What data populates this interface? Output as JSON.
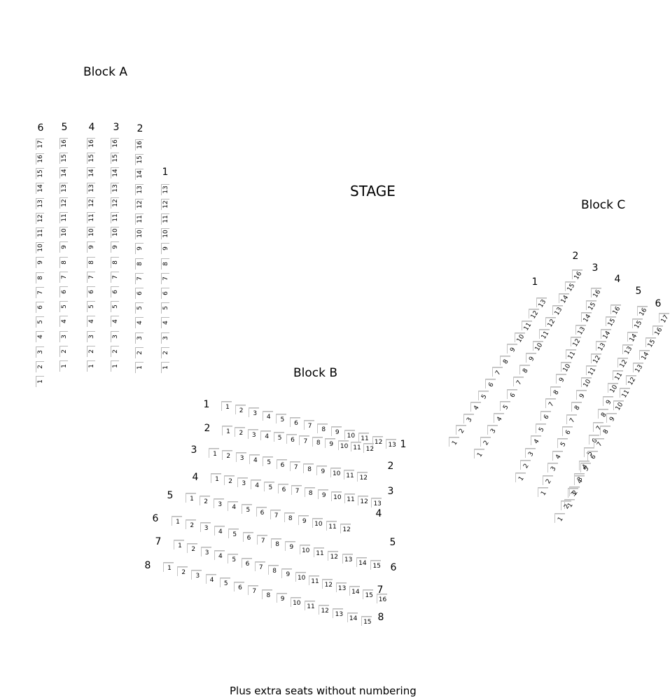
{
  "stage_label": "STAGE",
  "footer_note": "Plus extra seats without numbering",
  "block_a": {
    "title": "Block A",
    "rows": [
      {
        "label": "6",
        "seats": [
          "1",
          "2",
          "3",
          "4",
          "5",
          "6",
          "7",
          "8",
          "9",
          "10",
          "11",
          "12",
          "13",
          "14",
          "15",
          "16",
          "17"
        ]
      },
      {
        "label": "5",
        "seats": [
          "1",
          "2",
          "3",
          "4",
          "5",
          "6",
          "7",
          "8",
          "9",
          "10",
          "11",
          "12",
          "13",
          "14",
          "15",
          "16"
        ]
      },
      {
        "label": "4",
        "seats": [
          "1",
          "2",
          "3",
          "4",
          "5",
          "6",
          "7",
          "8",
          "9",
          "10",
          "11",
          "12",
          "13",
          "14",
          "15",
          "16"
        ]
      },
      {
        "label": "3",
        "seats": [
          "1",
          "2",
          "3",
          "4",
          "5",
          "6",
          "7",
          "8",
          "9",
          "10",
          "11",
          "12",
          "13",
          "14",
          "15",
          "16"
        ]
      },
      {
        "label": "2",
        "seats": [
          "1",
          "2",
          "3",
          "4",
          "5",
          "6",
          "7",
          "8",
          "9",
          "10",
          "11",
          "12",
          "13",
          "14",
          "15",
          "16"
        ]
      },
      {
        "label": "1",
        "seats": [
          "1",
          "2",
          "3",
          "4",
          "5",
          "6",
          "7",
          "8",
          "9",
          "10",
          "11",
          "12",
          "13"
        ]
      }
    ]
  },
  "block_b": {
    "title": "Block B",
    "rows": [
      {
        "left_label": "1",
        "right_label": "1",
        "seats": [
          "1",
          "2",
          "3",
          "4",
          "5",
          "6",
          "7",
          "8",
          "9",
          "10",
          "11",
          "12",
          "13"
        ]
      },
      {
        "left_label": "2",
        "right_label": "2",
        "seats": [
          "1",
          "2",
          "3",
          "4",
          "5",
          "6",
          "7",
          "8",
          "9",
          "10",
          "11",
          "12"
        ]
      },
      {
        "left_label": "3",
        "right_label": "3",
        "seats": [
          "1",
          "2",
          "3",
          "4",
          "5",
          "6",
          "7",
          "8",
          "9",
          "10",
          "11",
          "12"
        ]
      },
      {
        "left_label": "4",
        "right_label": "4",
        "seats": [
          "1",
          "2",
          "3",
          "4",
          "5",
          "6",
          "7",
          "8",
          "9",
          "10",
          "11",
          "12",
          "13"
        ]
      },
      {
        "left_label": "5",
        "right_label": "5",
        "seats": [
          "1",
          "2",
          "3",
          "4",
          "5",
          "6",
          "7",
          "8",
          "9",
          "10",
          "11",
          "12"
        ]
      },
      {
        "left_label": "6",
        "right_label": "6",
        "seats": [
          "1",
          "2",
          "3",
          "4",
          "5",
          "6",
          "7",
          "8",
          "9",
          "10",
          "11",
          "12",
          "13",
          "14",
          "15"
        ]
      },
      {
        "left_label": "7",
        "right_label": "7",
        "seats": [
          "1",
          "2",
          "3",
          "4",
          "5",
          "6",
          "7",
          "8",
          "9",
          "10",
          "11",
          "12",
          "13",
          "14",
          "15",
          "16"
        ]
      },
      {
        "left_label": "8",
        "right_label": "8",
        "seats": [
          "1",
          "2",
          "3",
          "4",
          "5",
          "6",
          "7",
          "8",
          "9",
          "10",
          "11",
          "12",
          "13",
          "14",
          "15"
        ]
      }
    ]
  },
  "block_c": {
    "title": "Block C",
    "rows": [
      {
        "label": "1",
        "seats": [
          "1",
          "2",
          "3",
          "4",
          "5",
          "6",
          "7",
          "8",
          "9",
          "10",
          "11",
          "12",
          "13"
        ]
      },
      {
        "label": "2",
        "seats": [
          "1",
          "2",
          "3",
          "4",
          "5",
          "6",
          "7",
          "8",
          "9",
          "10",
          "11",
          "12",
          "13",
          "14",
          "15",
          "16"
        ]
      },
      {
        "label": "3",
        "seats": [
          "1",
          "2",
          "3",
          "4",
          "5",
          "6",
          "7",
          "8",
          "9",
          "10",
          "11",
          "12",
          "13",
          "14",
          "15",
          "16"
        ]
      },
      {
        "label": "4",
        "seats": [
          "1",
          "2",
          "3",
          "4",
          "5",
          "6",
          "7",
          "8",
          "9",
          "10",
          "11",
          "12",
          "13",
          "14",
          "15",
          "16"
        ]
      },
      {
        "label": "5",
        "seats": [
          "1",
          "2",
          "3",
          "4",
          "5",
          "6",
          "7",
          "8",
          "9",
          "10",
          "11",
          "12",
          "13",
          "14",
          "15",
          "16"
        ]
      },
      {
        "label": "6",
        "seats": [
          "1",
          "2",
          "3",
          "4",
          "5",
          "6",
          "7",
          "8",
          "9",
          "10",
          "11",
          "12",
          "13",
          "14",
          "15",
          "16",
          "17"
        ]
      }
    ]
  }
}
